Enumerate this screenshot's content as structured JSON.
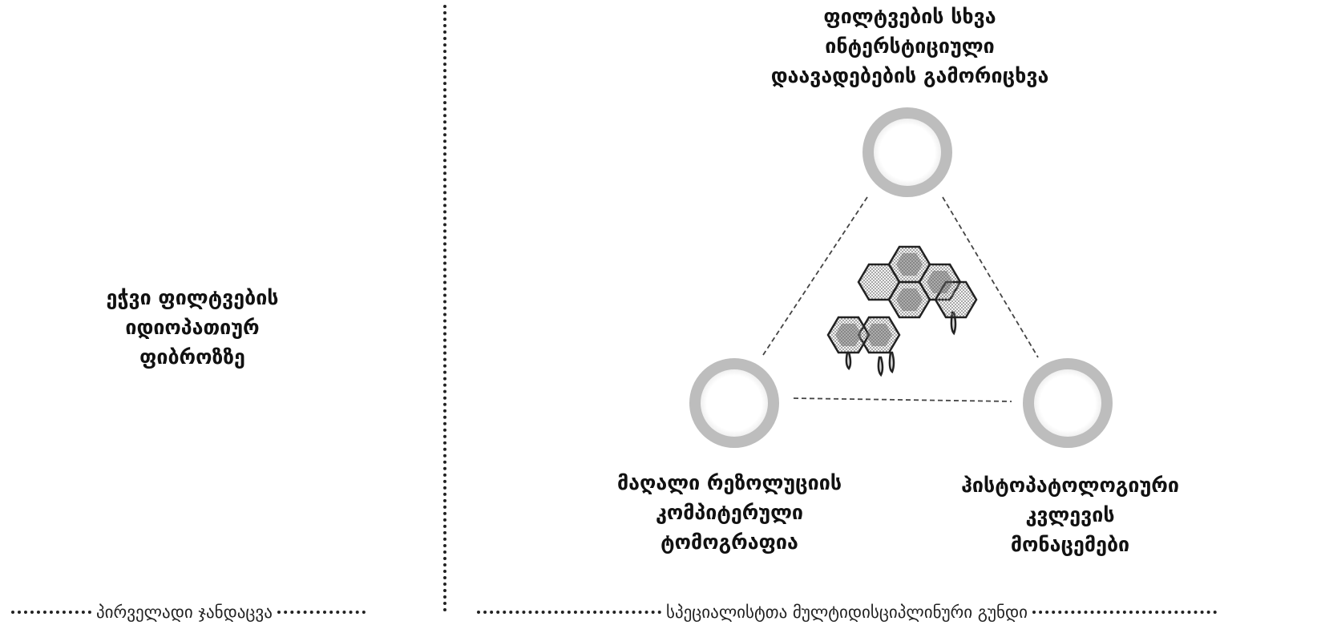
{
  "left_panel": {
    "title_lines": [
      "ეჭვი ფილტვების",
      "იდიოპათიურ",
      "ფიბროზზე"
    ]
  },
  "triad": {
    "top_node_lines": [
      "ფილტვების სხვა",
      "ინტერსტიციული",
      "დაავადებების გამორიცხვა"
    ],
    "bottom_left_node_lines": [
      "მაღალი რეზოლუციის",
      "კომპიტერული",
      "ტომოგრაფია"
    ],
    "bottom_right_node_lines": [
      "ჰისტოპატოლოგიური",
      "კვლევის",
      "მონაცემები"
    ],
    "center_icon": "honeycomb-icon"
  },
  "footer": {
    "left_caption": "პირველადი ჯანდაცვა",
    "right_caption": "სპეციალისტთა მულტიდისციპლინური გუნდი"
  },
  "colors": {
    "ring": "#bdbdbd",
    "text": "#111111",
    "divider": "#222222"
  }
}
